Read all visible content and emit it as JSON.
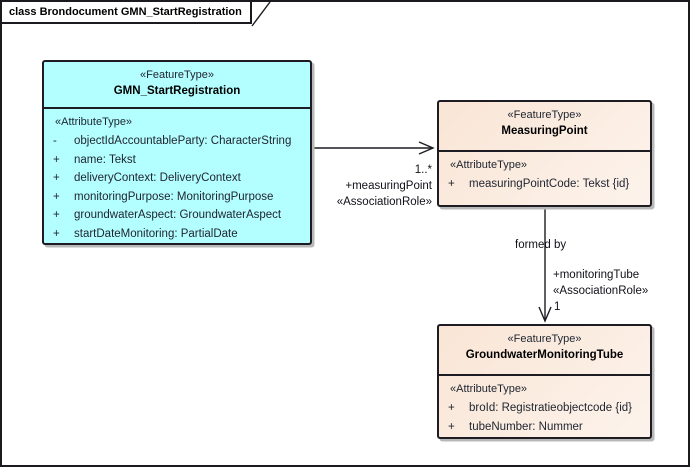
{
  "frame_title": "class Brondocument GMN_StartRegistration",
  "colors": {
    "class_cyan": "#B3FEFF",
    "class_peach_top": "#F9E5D5",
    "class_peach_bottom": "#FDF3EC",
    "line_border": "#1C1C22"
  },
  "classes": [
    {
      "stereotype": "«FeatureType»",
      "name": "GMN_StartRegistration",
      "section_label": "«AttributeType»",
      "attributes": [
        {
          "vis": "-",
          "text": "objectIdAccountableParty: CharacterString"
        },
        {
          "vis": "+",
          "text": "name: Tekst"
        },
        {
          "vis": "+",
          "text": "deliveryContext: DeliveryContext"
        },
        {
          "vis": "+",
          "text": "monitoringPurpose: MonitoringPurpose"
        },
        {
          "vis": "+",
          "text": "groundwaterAspect: GroundwaterAspect"
        },
        {
          "vis": "+",
          "text": "startDateMonitoring: PartialDate"
        }
      ]
    },
    {
      "stereotype": "«FeatureType»",
      "name": "MeasuringPoint",
      "section_label": "«AttributeType»",
      "attributes": [
        {
          "vis": "+",
          "text": "measuringPointCode: Tekst {id}"
        }
      ]
    },
    {
      "stereotype": "«FeatureType»",
      "name": "GroundwaterMonitoringTube",
      "section_label": "«AttributeType»",
      "attributes": [
        {
          "vis": "+",
          "text": "broId: Registratieobjectcode {id}"
        },
        {
          "vis": "+",
          "text": "tubeNumber: Nummer"
        }
      ]
    }
  ],
  "associations": [
    {
      "multiplicity": "1..*",
      "role": "+measuringPoint",
      "stereotype": "«AssociationRole»"
    },
    {
      "name": "formed by",
      "role": "+monitoringTube",
      "stereotype": "«AssociationRole»",
      "multiplicity": "1"
    }
  ]
}
